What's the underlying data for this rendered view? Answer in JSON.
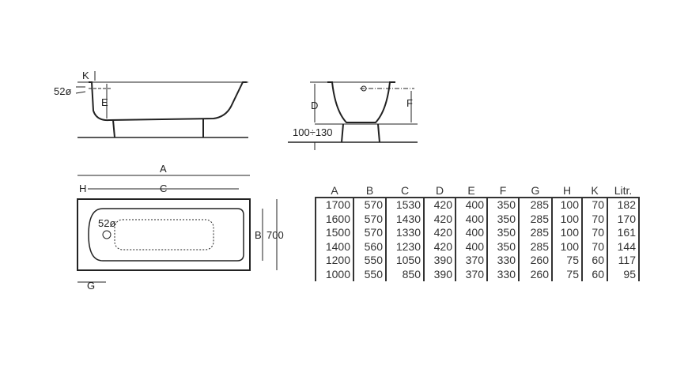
{
  "drawing": {
    "side_view_labels": {
      "k": "K",
      "e": "E",
      "drain": "52ø"
    },
    "end_view_labels": {
      "d": "D",
      "f": "F",
      "leg_height": "100÷130"
    },
    "top_view_labels": {
      "a": "A",
      "h": "H",
      "c": "C",
      "b": "B",
      "width": "700",
      "g": "G",
      "drain": "52ø"
    }
  },
  "table": {
    "headers": [
      "A",
      "B",
      "C",
      "D",
      "E",
      "F",
      "G",
      "H",
      "K",
      "Litr."
    ],
    "rows": [
      [
        "1700",
        "570",
        "1530",
        "420",
        "400",
        "350",
        "285",
        "100",
        "70",
        "182"
      ],
      [
        "1600",
        "570",
        "1430",
        "420",
        "400",
        "350",
        "285",
        "100",
        "70",
        "170"
      ],
      [
        "1500",
        "570",
        "1330",
        "420",
        "400",
        "350",
        "285",
        "100",
        "70",
        "161"
      ],
      [
        "1400",
        "560",
        "1230",
        "420",
        "400",
        "350",
        "285",
        "100",
        "70",
        "144"
      ],
      [
        "1200",
        "550",
        "1050",
        "390",
        "370",
        "330",
        "260",
        "75",
        "60",
        "117"
      ],
      [
        "1000",
        "550",
        "850",
        "390",
        "370",
        "330",
        "260",
        "75",
        "60",
        "95"
      ]
    ]
  }
}
